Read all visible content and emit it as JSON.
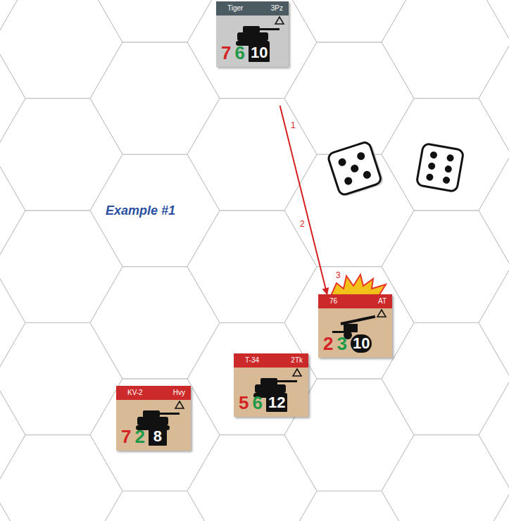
{
  "diagram": {
    "nodes": [
      {
        "text": [
          "Tiger",
          "3Pz",
          "7",
          "6",
          "10"
        ]
      },
      {
        "text": [
          "76",
          "AT",
          "2",
          "3",
          "10"
        ]
      },
      {
        "text": [
          "T-34",
          "2Tk",
          "5",
          "6",
          "12"
        ]
      },
      {
        "text": [
          "KV-2",
          "Hvy",
          "7",
          "2",
          "8"
        ]
      }
    ],
    "edges": [
      {
        "from": 0,
        "to": 1,
        "arrow": "to"
      }
    ],
    "labels": [
      "Example #1",
      "1",
      "2",
      "3"
    ]
  }
}
